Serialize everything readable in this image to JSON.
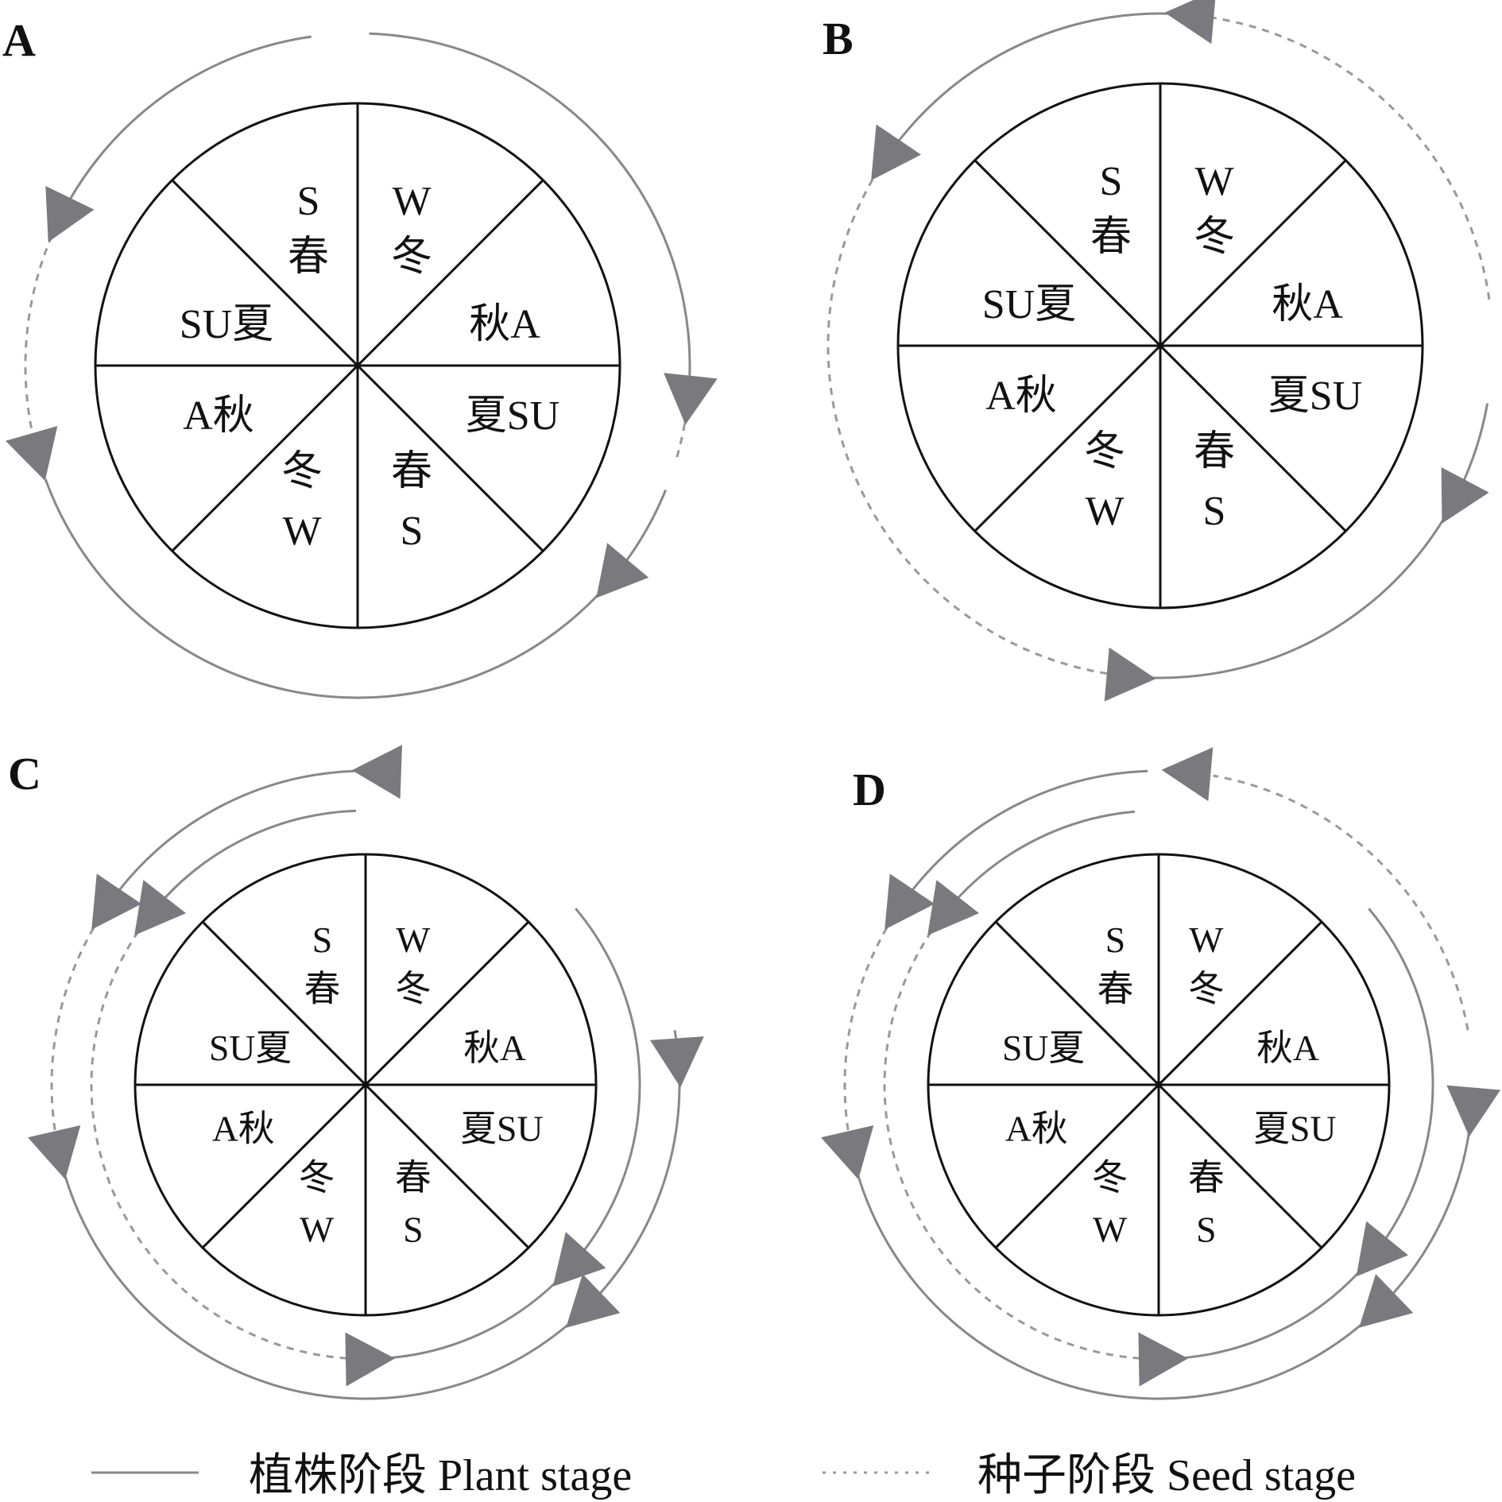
{
  "panels": [
    {
      "id": "A",
      "label": "A"
    },
    {
      "id": "B",
      "label": "B"
    },
    {
      "id": "C",
      "label": "C"
    },
    {
      "id": "D",
      "label": "D"
    }
  ],
  "wheel_labels": {
    "top_left": [
      "S",
      "春"
    ],
    "top_right": [
      "W",
      "冬"
    ],
    "upper_left": "SU夏",
    "upper_right": "秋A",
    "lower_left": "A秋",
    "lower_right": "夏SU",
    "bottom_left": [
      "冬",
      "W"
    ],
    "bottom_right": [
      "春",
      "S"
    ]
  },
  "legend": {
    "plant_label": "植株阶段 Plant stage",
    "seed_label": "种子阶段 Seed stage"
  },
  "colors": {
    "wheel": "#111111",
    "plant_line": "#888888",
    "seed_line": "#999999",
    "arrow": "#7a7a7e"
  }
}
